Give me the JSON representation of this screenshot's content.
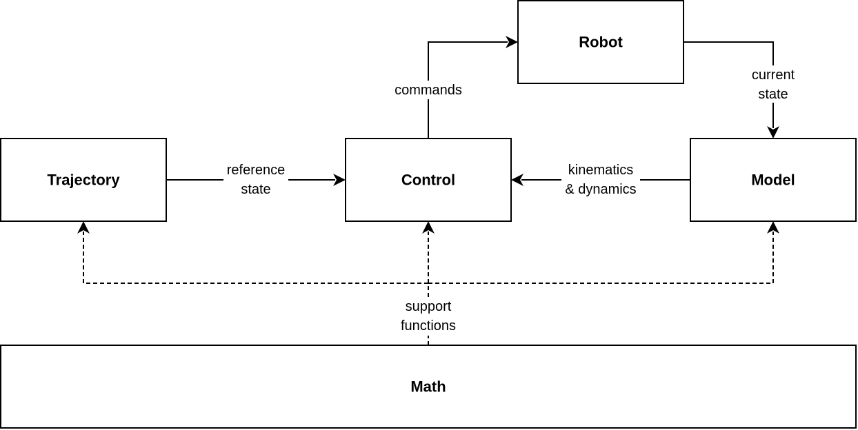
{
  "colors": {
    "stroke": "#000000",
    "background": "#ffffff"
  },
  "nodes": {
    "robot": "Robot",
    "trajectory": "Trajectory",
    "control": "Control",
    "model": "Model",
    "math": "Math"
  },
  "edges": {
    "commands": [
      "commands"
    ],
    "current_state": [
      "current",
      "state"
    ],
    "reference_state": [
      "reference",
      "state"
    ],
    "kinematics_dynamics": [
      "kinematics",
      "& dynamics"
    ],
    "support_functions": [
      "support",
      "functions"
    ]
  }
}
